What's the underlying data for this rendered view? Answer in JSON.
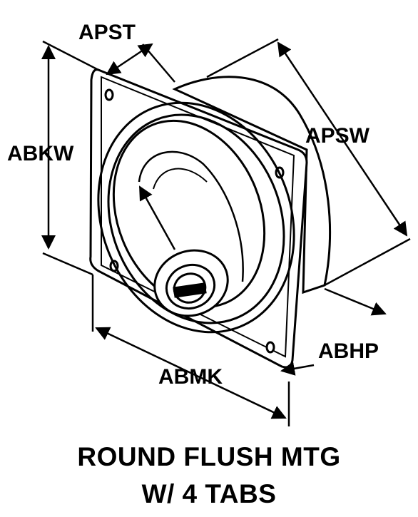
{
  "dimensions": {
    "apst": "APST",
    "abkw": "ABKW",
    "apsw": "APSW",
    "abhp": "ABHP",
    "abmk": "ABMK"
  },
  "caption": {
    "line1": "ROUND FLUSH MTG",
    "line2": "W/ 4 TABS"
  }
}
